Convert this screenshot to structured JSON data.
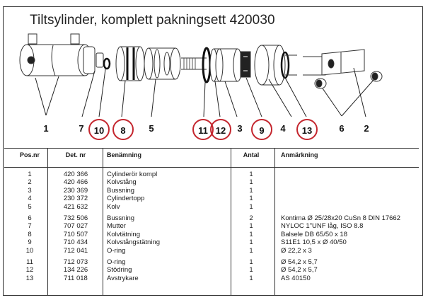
{
  "document": {
    "title": "Tiltsylinder, komplett pakningsett 420030",
    "highlight_color": "#c4262e"
  },
  "diagram": {
    "callouts": [
      {
        "label": "1",
        "circled": false
      },
      {
        "label": "7",
        "circled": false
      },
      {
        "label": "10",
        "circled": true
      },
      {
        "label": "8",
        "circled": true
      },
      {
        "label": "5",
        "circled": false
      },
      {
        "label": "11",
        "circled": true
      },
      {
        "label": "12",
        "circled": true
      },
      {
        "label": "3",
        "circled": false
      },
      {
        "label": "9",
        "circled": true
      },
      {
        "label": "4",
        "circled": false
      },
      {
        "label": "13",
        "circled": true
      },
      {
        "label": "6",
        "circled": false
      },
      {
        "label": "2",
        "circled": false
      }
    ]
  },
  "table": {
    "headers": {
      "pos": "Pos.nr",
      "det": "Det. nr",
      "ben": "Benämning",
      "antal": "Antal",
      "anm": "Anmärkning"
    },
    "rows": [
      {
        "pos": "1",
        "det": "420 366",
        "ben": "Cylinderör kompl",
        "antal": "1",
        "anm": ""
      },
      {
        "pos": "2",
        "det": "420 466",
        "ben": "Kolvstång",
        "antal": "1",
        "anm": ""
      },
      {
        "pos": "3",
        "det": "230 369",
        "ben": "Bussning",
        "antal": "1",
        "anm": ""
      },
      {
        "pos": "4",
        "det": "230 372",
        "ben": "Cylindertopp",
        "antal": "1",
        "anm": ""
      },
      {
        "pos": "5",
        "det": "421 632",
        "ben": "Kolv",
        "antal": "1",
        "anm": ""
      },
      {
        "pos": "6",
        "det": "732 506",
        "ben": "Bussning",
        "antal": "2",
        "anm": "Kontima Ø 25/28x20 CuSn 8 DIN 17662"
      },
      {
        "pos": "7",
        "det": "707 027",
        "ben": "Mutter",
        "antal": "1",
        "anm": "NYLOC 1\"UNF låg, ISO 8.8"
      },
      {
        "pos": "8",
        "det": "710 507",
        "ben": "Kolvtätning",
        "antal": "1",
        "anm": "Balsele DB 65/50 x 18"
      },
      {
        "pos": "9",
        "det": "710 434",
        "ben": "Kolvstångstätning",
        "antal": "1",
        "anm": "S11E1 10,5 x Ø 40/50"
      },
      {
        "pos": "10",
        "det": "712 041",
        "ben": "O-ring",
        "antal": "1",
        "anm": "Ø 22,2 x 3"
      },
      {
        "pos": "11",
        "det": "712 073",
        "ben": "O-ring",
        "antal": "1",
        "anm": "Ø 54,2 x 5,7"
      },
      {
        "pos": "12",
        "det": "134 226",
        "ben": "Stödring",
        "antal": "1",
        "anm": "Ø 54,2 x 5,7"
      },
      {
        "pos": "13",
        "det": "711 018",
        "ben": "Avstrykare",
        "antal": "1",
        "anm": "AS 40150"
      }
    ]
  }
}
